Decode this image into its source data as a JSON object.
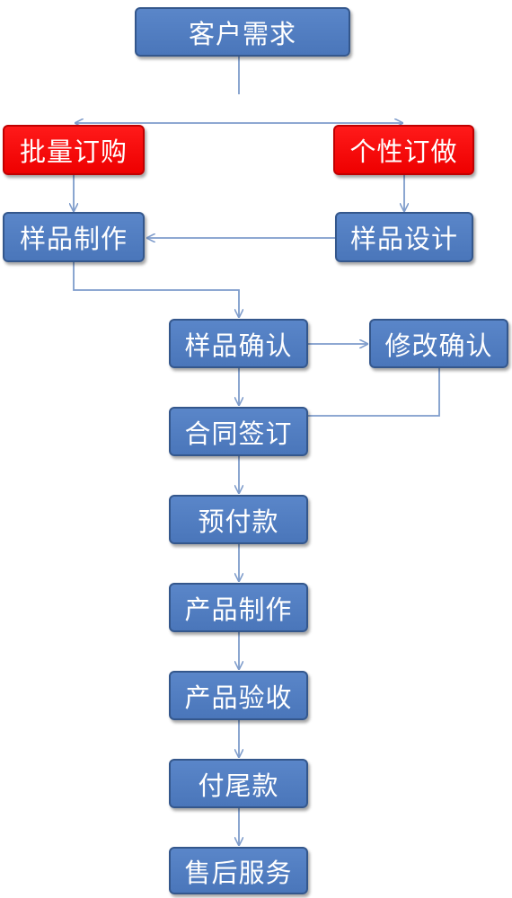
{
  "nodes": {
    "customer_demand": "客户需求",
    "bulk_order": "批量订购",
    "custom_order": "个性订做",
    "sample_production": "样品制作",
    "sample_design": "样品设计",
    "sample_confirm": "样品确认",
    "revision_confirm": "修改确认",
    "contract_signing": "合同签订",
    "prepayment": "预付款",
    "product_production": "产品制作",
    "product_acceptance": "产品验收",
    "final_payment": "付尾款",
    "after_sales": "售后服务"
  },
  "colors": {
    "node_blue": "#4f7fc3",
    "node_blue_border": "#34578c",
    "node_red": "#ff0000",
    "connector": "#7e9ccb"
  }
}
